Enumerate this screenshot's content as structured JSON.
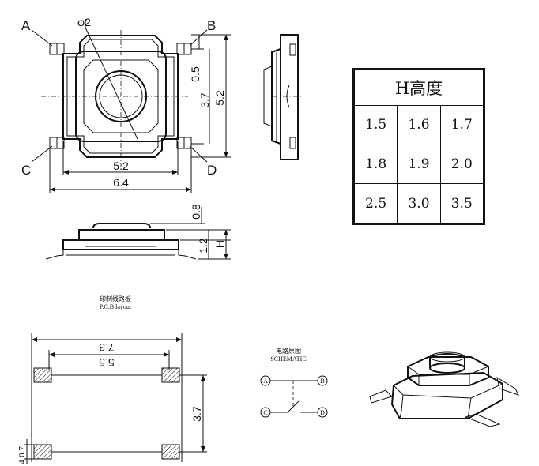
{
  "top_view": {
    "corner_labels": [
      "A",
      "B",
      "C",
      "D"
    ],
    "dim_diameter": "φ2",
    "dim_0_5": "0.5",
    "dim_3_7": "3.7",
    "dim_5_2_vertical": "5.2",
    "dim_5_2_horizontal": "5.2",
    "dim_6_4": "6.4"
  },
  "side_view": {
    "dim_0_8": "0.8",
    "dim_1_2": "1.2",
    "dim_H": "H"
  },
  "height_table": {
    "header": "H高度",
    "rows": [
      [
        "1.5",
        "1.6",
        "1.7"
      ],
      [
        "1.8",
        "1.9",
        "2.0"
      ],
      [
        "2.5",
        "3.0",
        "3.5"
      ]
    ]
  },
  "pcb_layout": {
    "title_cn": "印制线路板",
    "title_en": "P.C.B layout",
    "dim_7_3": "7.3",
    "dim_5_5": "5.5",
    "dim_3_7": "3.7",
    "dim_0_7": "0.7",
    "dim_4": "4"
  },
  "schematic": {
    "title_cn": "电路原图",
    "title_en": "SCHEMATIC",
    "nodes": [
      "A",
      "B",
      "C",
      "D"
    ]
  }
}
